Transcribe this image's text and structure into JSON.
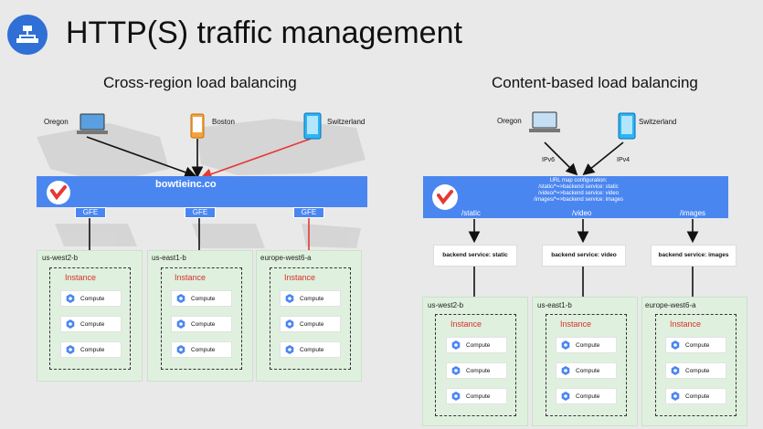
{
  "header": {
    "title": "HTTP(S) traffic management"
  },
  "left": {
    "subtitle": "Cross-region load balancing",
    "devices": [
      "Oregon",
      "Boston",
      "Switzerland"
    ],
    "domain": "bowtieinc.co",
    "gfe_label": "GFE",
    "regions": [
      {
        "name": "us-west2-b",
        "instance": "Instance",
        "computes": [
          "Compute",
          "Compute",
          "Compute"
        ]
      },
      {
        "name": "us-east1-b",
        "instance": "Instance",
        "computes": [
          "Compute",
          "Compute",
          "Compute"
        ]
      },
      {
        "name": "europe-west6-a",
        "instance": "Instance",
        "computes": [
          "Compute",
          "Compute",
          "Compute"
        ]
      }
    ]
  },
  "right": {
    "subtitle": "Content-based load balancing",
    "devices": [
      "Oregon",
      "Switzerland"
    ],
    "protocols": [
      "IPv6",
      "IPv4"
    ],
    "url_map": [
      "URL map configuration:",
      "/static/*=>backend service: static",
      "/video/*=>backend service: video",
      "/images/*=>backend service: images"
    ],
    "paths": [
      "/static",
      "/video",
      "/images"
    ],
    "backends": [
      "backend service: static",
      "backend service: video",
      "backend service: images"
    ],
    "regions": [
      {
        "name": "us-west2-b",
        "instance": "Instance",
        "computes": [
          "Compute",
          "Compute",
          "Compute"
        ]
      },
      {
        "name": "us-east1-b",
        "instance": "Instance",
        "computes": [
          "Compute",
          "Compute",
          "Compute"
        ]
      },
      {
        "name": "europe-west6-a",
        "instance": "Instance",
        "computes": [
          "Compute",
          "Compute",
          "Compute"
        ]
      }
    ]
  },
  "colors": {
    "bar": "#4a86f0",
    "region": "#dff0df",
    "instance_label": "#d93025",
    "arrow_red": "#e53935",
    "gcp_icon": "#2f6fd6"
  },
  "icons": [
    "load-balancing-icon",
    "laptop-icon",
    "phone-icon",
    "tablet-icon",
    "bowtie-logo-icon",
    "compute-engine-icon"
  ]
}
